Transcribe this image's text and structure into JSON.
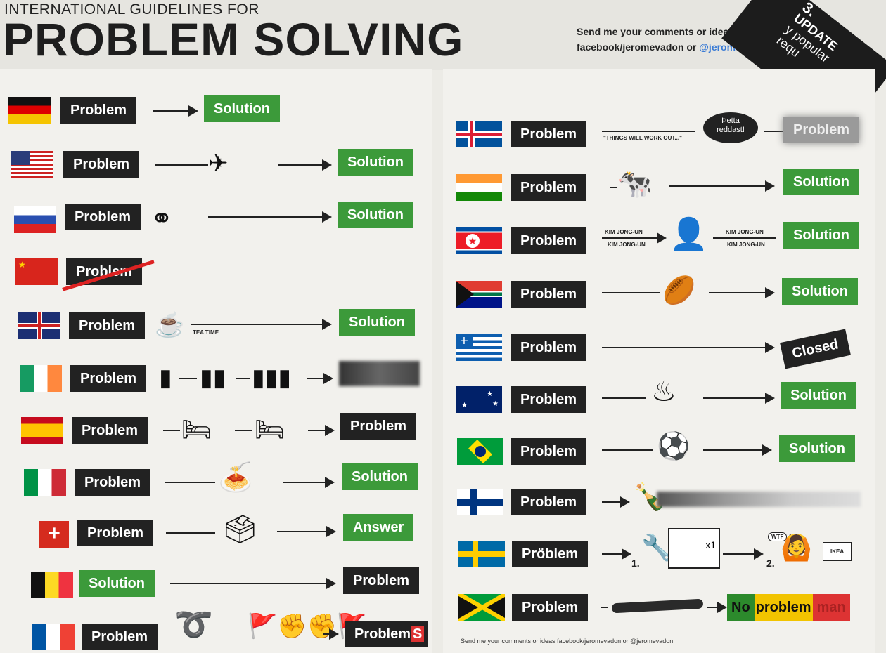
{
  "header": {
    "subtitle": "INTERNATIONAL GUIDELINES FOR",
    "title": "PROBLEM SOLVING",
    "comments_line1": "Send me your comments or ideas:",
    "comments_line2a": "facebook/jeromevadon or ",
    "comments_line2b": "@jeromevadon",
    "corner_line1": "3.",
    "corner_line2": "UPDATE",
    "corner_line3": "y popular requ"
  },
  "labels": {
    "problem": "Problem",
    "solution": "Solution",
    "answer": "Answer",
    "problems": "Problem",
    "problems_s": "S",
    "closed": "Closed",
    "problem_sv": "Pröblem",
    "china_problem": "Problem",
    "tea_time": "TEA TIME",
    "things_work_out": "\"THINGS WILL WORK OUT...\"",
    "petta": "Þetta\nreddast!",
    "kim1": "KIM JONG-UN",
    "kim2": "KIM JONG-UN",
    "kim3": "KIM JONG-UN",
    "kim4": "KIM JONG-UN",
    "x1": "x1",
    "step1": "1.",
    "step2": "2.",
    "wtf": "WTF",
    "ikea": "IKEA",
    "no": "No",
    "problem_ja": " problem ",
    "man": "man"
  },
  "footer": "Send me your comments or ideas facebook/jeromevadon or @jeromevadon",
  "colors": {
    "green": "#3c9a3a",
    "dark": "#222222",
    "handle": "#3a7bd5"
  }
}
